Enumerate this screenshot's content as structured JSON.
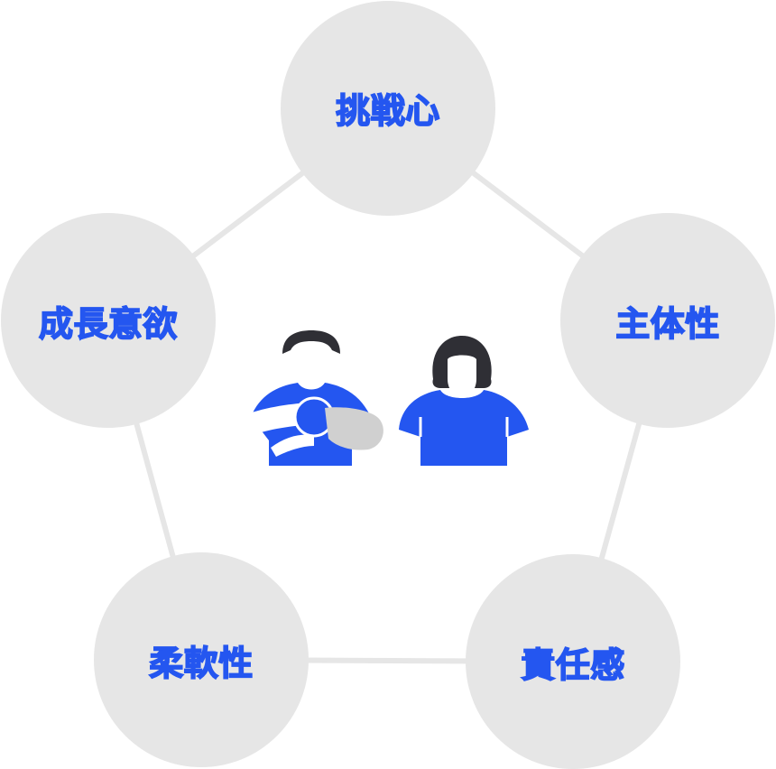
{
  "colors": {
    "accent": "#2456f0",
    "circle": "#e6e6e6",
    "hair": "#2f2f35",
    "skin_outline": "#2f2f35",
    "shirt": "#2456f0",
    "hand": "#d0d0d0"
  },
  "nodes": [
    {
      "id": "challenge",
      "label": "挑戦心"
    },
    {
      "id": "initiative",
      "label": "主体性"
    },
    {
      "id": "responsibility",
      "label": "責任感"
    },
    {
      "id": "flexibility",
      "label": "柔軟性"
    },
    {
      "id": "growth",
      "label": "成長意欲"
    }
  ],
  "center": {
    "icons": [
      "man-icon",
      "woman-icon"
    ]
  }
}
